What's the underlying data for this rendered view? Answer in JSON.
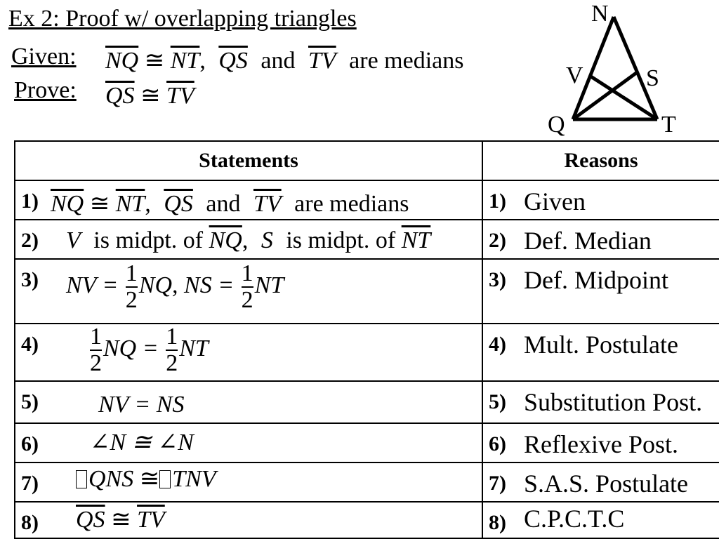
{
  "title": "Ex 2: Proof w/ overlapping triangles",
  "given": {
    "label": "Given:",
    "seg1": "NQ",
    "cong": "≅",
    "seg2": "NT",
    "comma": ",",
    "seg3": "QS",
    "and": "and",
    "seg4": "TV",
    "tail": "are medians"
  },
  "prove": {
    "label": "Prove:",
    "seg1": "QS",
    "cong": "≅",
    "seg2": "TV"
  },
  "diagram": {
    "vertices": [
      "N",
      "V",
      "S",
      "Q",
      "T"
    ]
  },
  "table": {
    "headers": [
      "Statements",
      "Reasons"
    ],
    "rows": [
      {
        "num": "1)",
        "stmt": {
          "a": "NQ",
          "cong": "≅",
          "b": "NT",
          "comma": ",",
          "c": "QS",
          "and": "and",
          "d": "TV",
          "tail": "are medians"
        },
        "reason_num": "1)",
        "reason": "Given"
      },
      {
        "num": "2)",
        "stmt": {
          "v": "V",
          "mid1": "is midpt. of",
          "seg1": "NQ",
          "comma": ",",
          "s": "S",
          "mid2": "is midpt. of",
          "seg2": "NT"
        },
        "reason_num": "2)",
        "reason": "Def. Median"
      },
      {
        "num": "3)",
        "stmt": {
          "lhs1": "NV =",
          "one": "1",
          "two": "2",
          "rhs1": "NQ,",
          "lhs2": "NS =",
          "rhs2": "NT"
        },
        "reason_num": "3)",
        "reason": "Def. Midpoint"
      },
      {
        "num": "4)",
        "stmt": {
          "one": "1",
          "two": "2",
          "mid": "NQ =",
          "rhs": "NT"
        },
        "reason_num": "4)",
        "reason": "Mult. Postulate"
      },
      {
        "num": "5)",
        "stmt": {
          "text": "NV = NS"
        },
        "reason_num": "5)",
        "reason": "Substitution Post."
      },
      {
        "num": "6)",
        "stmt": {
          "text": "∠N ≅ ∠N"
        },
        "reason_num": "6)",
        "reason": "Reflexive Post."
      },
      {
        "num": "7)",
        "stmt": {
          "t1": "QNS",
          "cong": "≅",
          "t2": "TNV"
        },
        "reason_num": "7)",
        "reason": "S.A.S. Postulate"
      },
      {
        "num": "8)",
        "stmt": {
          "a": "QS",
          "cong": "≅",
          "b": "TV"
        },
        "reason_num": "8)",
        "reason": "C.P.C.T.C"
      }
    ]
  }
}
